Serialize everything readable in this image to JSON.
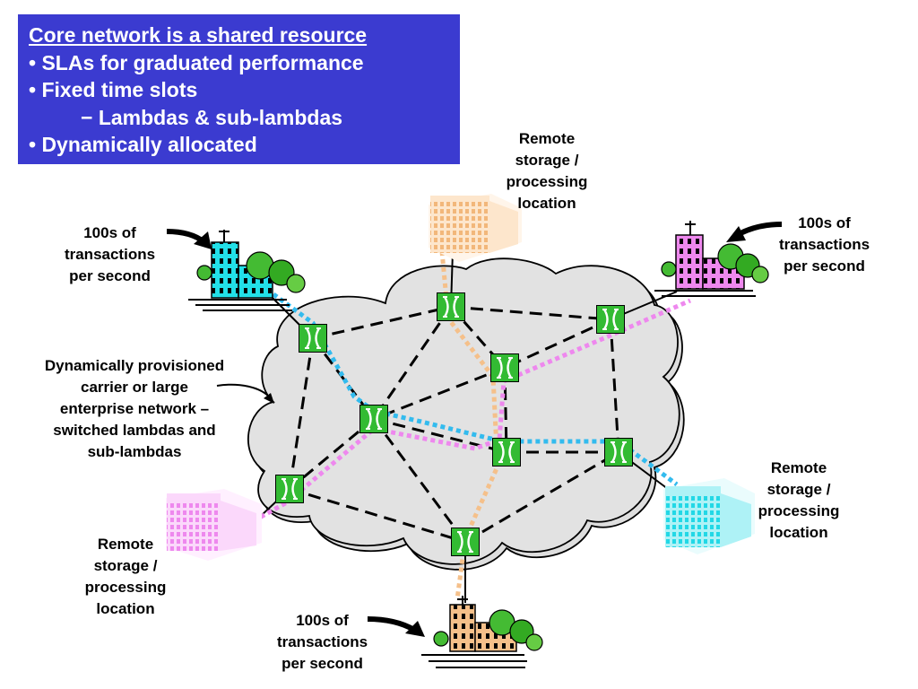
{
  "title_box": {
    "heading": "Core network is a shared resource",
    "bullets": [
      "• SLAs for graduated performance",
      "• Fixed time slots",
      "− Lambdas & sub-lambdas",
      "• Dynamically allocated"
    ]
  },
  "labels": {
    "remote_top": [
      "Remote",
      "storage /",
      "processing",
      "location"
    ],
    "transactions_top_left": [
      "100s of",
      "transactions",
      "per second"
    ],
    "transactions_top_right": [
      "100s of",
      "transactions",
      "per second"
    ],
    "cloud_caption": [
      "Dynamically provisioned",
      "carrier or large",
      "enterprise network –",
      "switched lambdas and",
      "sub-lambdas"
    ],
    "remote_right": [
      "Remote",
      "storage /",
      "processing",
      "location"
    ],
    "remote_bottom_left": [
      "Remote",
      "storage /",
      "processing",
      "location"
    ],
    "transactions_bottom": [
      "100s of",
      "transactions",
      "per second"
    ]
  },
  "colors": {
    "title_bg": "#3b3bd0",
    "switch_green": "#33bb33",
    "cloud_fill": "#dedede",
    "path_cyan": "#33bbee",
    "path_pink": "#ee88ee",
    "path_peach": "#f5c08a",
    "building_cyan": "#22e0e8",
    "building_pink": "#ee88ee",
    "building_peach": "#f5c08a",
    "tree_green": "#44bb33"
  }
}
